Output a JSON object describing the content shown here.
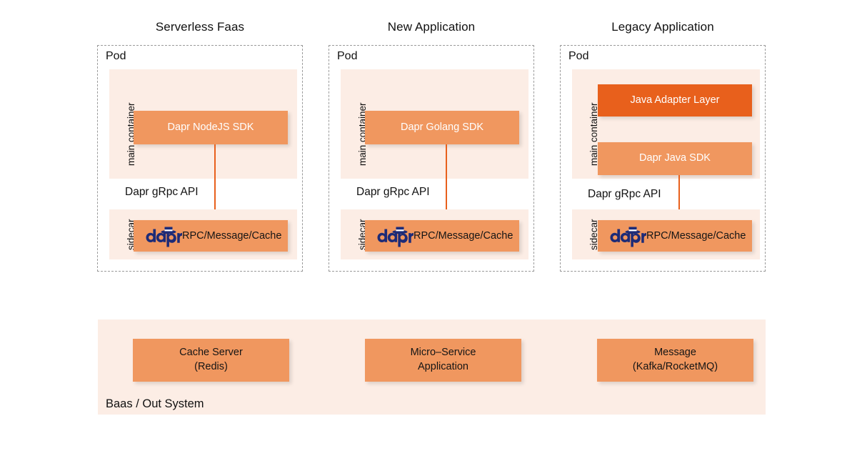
{
  "diagram": {
    "background": "#ffffff",
    "colors": {
      "orange_light": "#F0975F",
      "orange_dark": "#E8601C",
      "peach_pale": "#FCEDE5",
      "dapr_navy": "#1D2B77",
      "dashed_border": "#9a9a9a",
      "text_dark": "#111111",
      "text_white": "#ffffff"
    },
    "columns": [
      {
        "id": "serverless-faas",
        "title": "Serverless Faas",
        "pod_label": "Pod",
        "main_container_label": "main container",
        "sidecar_label": "sidecar",
        "grpc_label": "Dapr gRpc API",
        "main_boxes": [
          {
            "label": "Dapr NodeJS SDK",
            "style": "light"
          }
        ],
        "sidecar_box": {
          "logo": "dapr-logo",
          "label": "RPC/Message/Cache"
        }
      },
      {
        "id": "new-application",
        "title": "New Application",
        "pod_label": "Pod",
        "main_container_label": "main container",
        "sidecar_label": "sidecar",
        "grpc_label": "Dapr gRpc API",
        "main_boxes": [
          {
            "label": "Dapr Golang SDK",
            "style": "light"
          }
        ],
        "sidecar_box": {
          "logo": "dapr-logo",
          "label": "RPC/Message/Cache"
        }
      },
      {
        "id": "legacy-application",
        "title": "Legacy Application",
        "pod_label": "Pod",
        "main_container_label": "main container",
        "sidecar_label": "sidecar",
        "grpc_label": "Dapr gRpc API",
        "main_boxes": [
          {
            "label": "Java Adapter Layer",
            "style": "dark"
          },
          {
            "label": "Dapr Java SDK",
            "style": "light"
          }
        ],
        "sidecar_box": {
          "logo": "dapr-logo",
          "label": "RPC/Message/Cache"
        }
      }
    ],
    "baas": {
      "label": "Baas / Out System",
      "boxes": [
        {
          "line1": "Cache Server",
          "line2": "(Redis)"
        },
        {
          "line1": "Micro–Service",
          "line2": "Application"
        },
        {
          "line1": "Message",
          "line2": "(Kafka/RocketMQ)"
        }
      ]
    }
  }
}
